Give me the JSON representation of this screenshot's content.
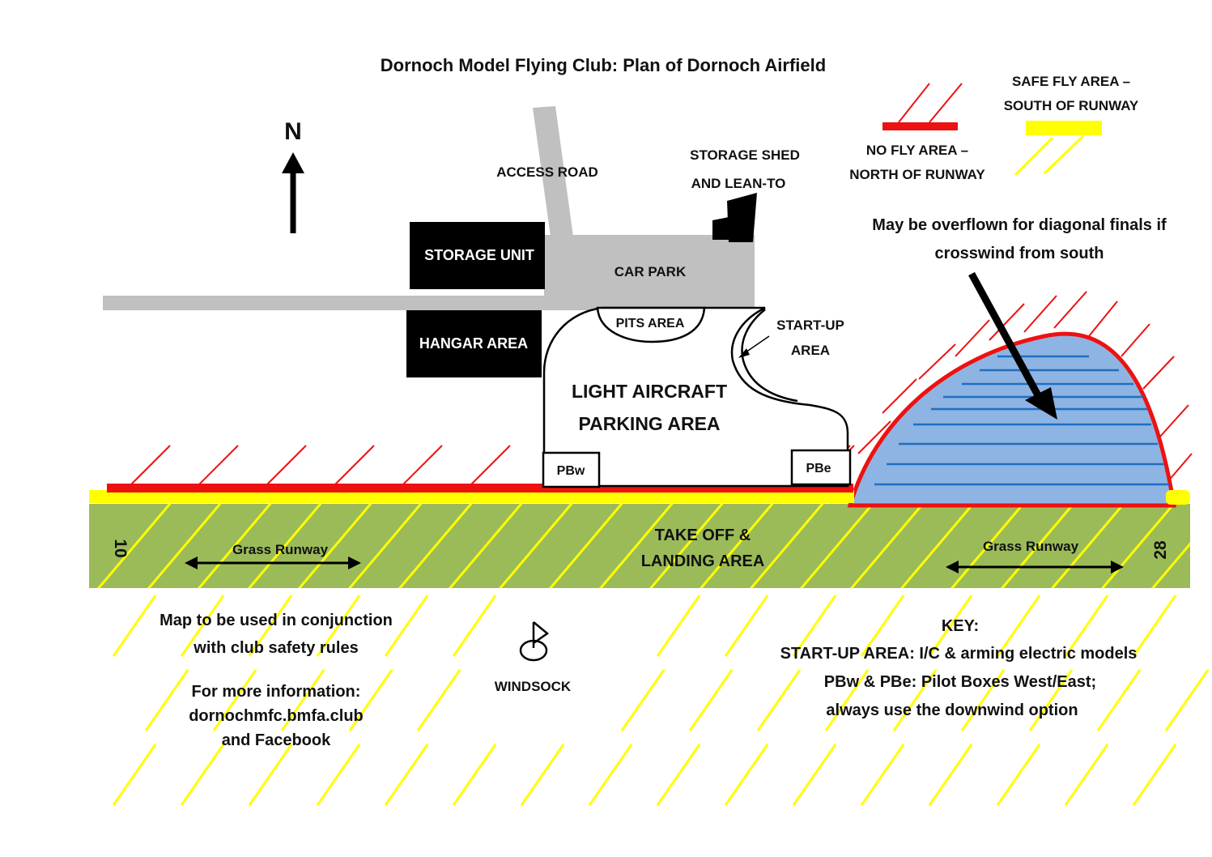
{
  "title": "Dornoch Model Flying Club: Plan of Dornoch Airfield",
  "north": "N",
  "labels": {
    "access_road": "ACCESS ROAD",
    "storage_shed_1": "STORAGE SHED",
    "storage_shed_2": "AND LEAN-TO",
    "storage_unit": "STORAGE UNIT",
    "car_park": "CAR PARK",
    "hangar_area": "HANGAR AREA",
    "pits_area": "PITS AREA",
    "start_up_1": "START-UP",
    "start_up_2": "AREA",
    "light_aircraft_1": "LIGHT AIRCRAFT",
    "light_aircraft_2": "PARKING AREA",
    "pbw": "PBw",
    "pbe": "PBe",
    "takeoff_1": "TAKE OFF &",
    "takeoff_2": "LANDING AREA",
    "grass_runway_west": "Grass Runway",
    "grass_runway_east": "Grass Runway",
    "runway_10": "10",
    "runway_28": "28",
    "windsock": "WINDSOCK",
    "overflown_1": "May be overflown for diagonal finals if",
    "overflown_2": "crosswind from south"
  },
  "legend": {
    "no_fly_1": "NO FLY AREA –",
    "no_fly_2": "NORTH OF RUNWAY",
    "safe_fly_1": "SAFE FLY AREA –",
    "safe_fly_2": "SOUTH OF RUNWAY"
  },
  "notes": {
    "map_use_1": "Map to be used in conjunction",
    "map_use_2": "with club safety rules",
    "info_1": "For more information:",
    "info_2": "dornochmfc.bmfa.club",
    "info_3": "and Facebook",
    "key_title": "KEY:",
    "key_1": "START-UP AREA: I/C & arming electric models",
    "key_2": "PBw & PBe: Pilot Boxes West/East;",
    "key_3": "always use the downwind option"
  },
  "colors": {
    "no_fly": "#ee1111",
    "safe_fly": "#ffff00",
    "runway": "#9bbb59",
    "road": "#c0c0c0",
    "building": "#000000",
    "overflow_zone": "#8eb4e3",
    "overflow_lines": "#1f6fc0"
  }
}
